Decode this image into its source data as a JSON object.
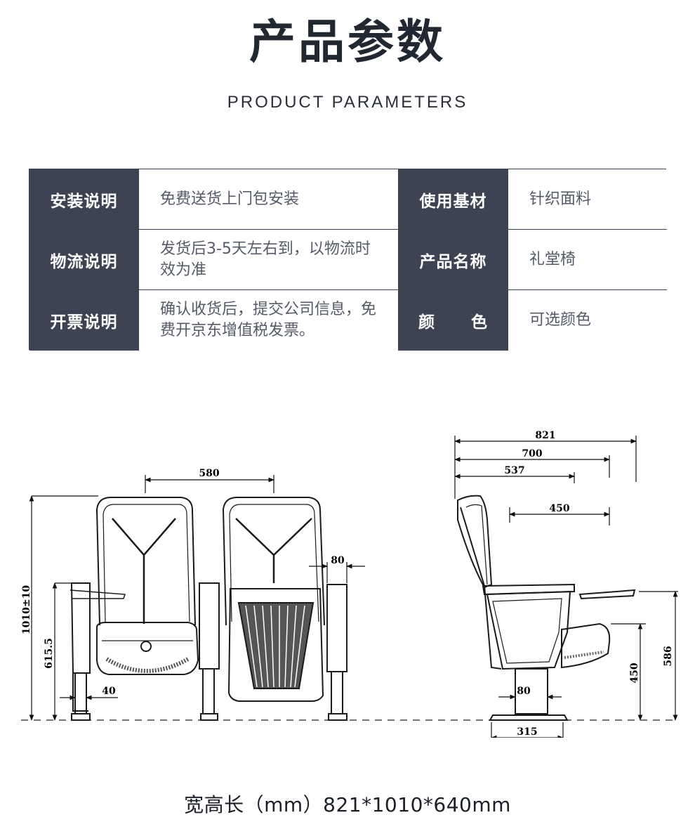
{
  "header": {
    "title": "产品参数",
    "subtitle": "PRODUCT PARAMETERS"
  },
  "params": [
    {
      "label": "安装说明",
      "value": "免费送货上门包安装"
    },
    {
      "label": "使用基材",
      "value": "针织面料"
    },
    {
      "label": "物流说明",
      "value": "发货后3-5天左右到，以物流时效为准"
    },
    {
      "label": "产品名称",
      "value": "礼堂椅"
    },
    {
      "label": "开票说明",
      "value": "确认收货后，提交公司信息，免费开京东增值税发票。"
    },
    {
      "label_left": "颜",
      "label_right": "色",
      "value": "可选颜色"
    }
  ],
  "drawing": {
    "front": {
      "width": "580",
      "height": "1010±10",
      "armrest_height": "615.5",
      "armrest_width": "80",
      "leg_width": "40"
    },
    "side": {
      "depth_total": "821",
      "depth_700": "700",
      "depth_537": "537",
      "tablet": "450",
      "seat_height": "450",
      "arm_height": "586",
      "column": "80",
      "base": "315"
    }
  },
  "footer": {
    "size_text": "宽高长（mm）821*1010*640mm"
  },
  "colors": {
    "label_bg": "#3d4352",
    "border": "#3a4150",
    "value_text": "#555b66"
  }
}
